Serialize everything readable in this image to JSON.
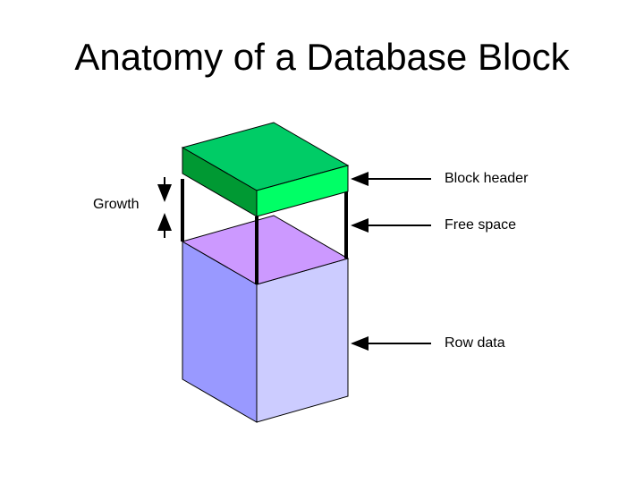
{
  "title": "Anatomy of a Database Block",
  "labels": {
    "block_header": "Block header",
    "free_space": "Free space",
    "row_data": "Row data",
    "growth": "Growth"
  },
  "colors": {
    "header_top": "#00cc66",
    "header_front_left": "#009933",
    "header_front_right": "#00ff66",
    "free_space_top": "#cc99ff",
    "row_data_left": "#9999ff",
    "row_data_right": "#ccccff",
    "outline": "#000000"
  }
}
